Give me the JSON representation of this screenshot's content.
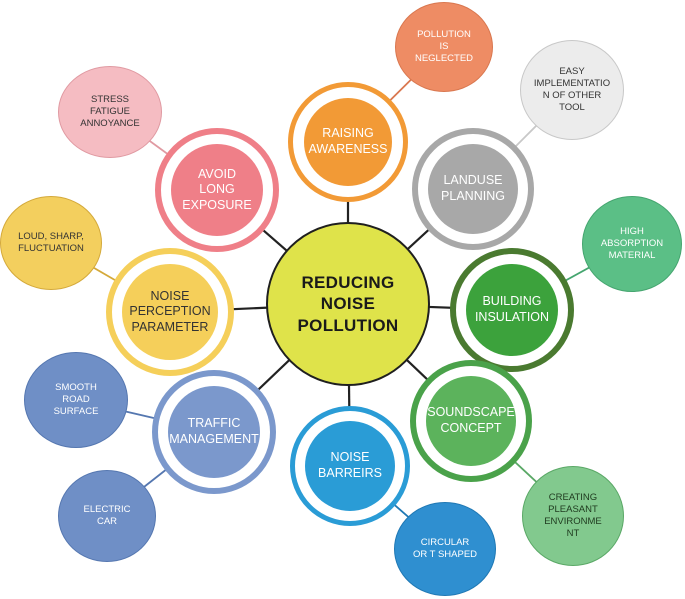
{
  "center": {
    "label": "REDUCING\nNOISE\nPOLLUTION",
    "color": "#dfe34a"
  },
  "branches": [
    {
      "id": "raising-awareness",
      "label": "RAISING\nAWARENESS",
      "color": "#f29a36",
      "ring": "#f29a36"
    },
    {
      "id": "landuse-planning",
      "label": "LANDUSE\nPLANNING",
      "color": "#a8a8a8",
      "ring": "#a8a8a8"
    },
    {
      "id": "building-insulation",
      "label": "BUILDING\nINSULATION",
      "color": "#3ca23c",
      "ring": "#4a7a30"
    },
    {
      "id": "soundscape-concept",
      "label": "SOUNDSCAPE\nCONCEPT",
      "color": "#5cb35c",
      "ring": "#4aa24a"
    },
    {
      "id": "noise-barreirs",
      "label": "NOISE\nBARREIRS",
      "color": "#2a9cd6",
      "ring": "#2a9cd6"
    },
    {
      "id": "traffic-management",
      "label": "TRAFFIC\nMANAGEMENT",
      "color": "#7b98cc",
      "ring": "#7b98cc"
    },
    {
      "id": "noise-perception-parameter",
      "label": "NOISE\nPERCEPTION\nPARAMETER",
      "color": "#f5cf5a",
      "ring": "#f5cf5a"
    },
    {
      "id": "avoid-long-exposure",
      "label": "AVOID\nLONG\nEXPOSURE",
      "color": "#ef7f88",
      "ring": "#ef7f88"
    }
  ],
  "leaves": [
    {
      "id": "pollution-is-neglected",
      "label": "POLLUTION\nIS\nNEGLECTED",
      "color": "#ee8c64",
      "text": "#ffffff",
      "border": "#d9774f"
    },
    {
      "id": "easy-implementation",
      "label": "EASY\nIMPLEMENTATIO\nN OF OTHER\nTOOL",
      "color": "#ececec",
      "text": "#333333",
      "border": "#c8c8c8"
    },
    {
      "id": "high-absorption-material",
      "label": "HIGH\nABSORPTION\nMATERIAL",
      "color": "#5bbf86",
      "text": "#ffffff",
      "border": "#45a56f"
    },
    {
      "id": "creating-pleasant-environment",
      "label": "CREATING\nPLEASANT\nENVIRONME\nNT",
      "color": "#82c98e",
      "text": "#1f3a1f",
      "border": "#5aa866"
    },
    {
      "id": "circular-or-t-shaped",
      "label": "CIRCULAR\nOR T SHAPED",
      "color": "#2f8fd0",
      "text": "#ffffff",
      "border": "#1f78b4"
    },
    {
      "id": "electric-car",
      "label": "ELECTRIC\nCAR",
      "color": "#6f8fc6",
      "text": "#ffffff",
      "border": "#5577b0"
    },
    {
      "id": "smooth-road-surface",
      "label": "SMOOTH\nROAD\nSURFACE",
      "color": "#6f8fc6",
      "text": "#ffffff",
      "border": "#5577b0"
    },
    {
      "id": "loud-sharp-fluctuation",
      "label": "LOUD, SHARP,\nFLUCTUATION",
      "color": "#f3cf5e",
      "text": "#333333",
      "border": "#d4a93a"
    },
    {
      "id": "stress-fatigue-annoyance",
      "label": "STRESS\nFATIGUE\nANNOYANCE",
      "color": "#f5bcc2",
      "text": "#333333",
      "border": "#e09aa2"
    }
  ],
  "line_color": "#222222"
}
